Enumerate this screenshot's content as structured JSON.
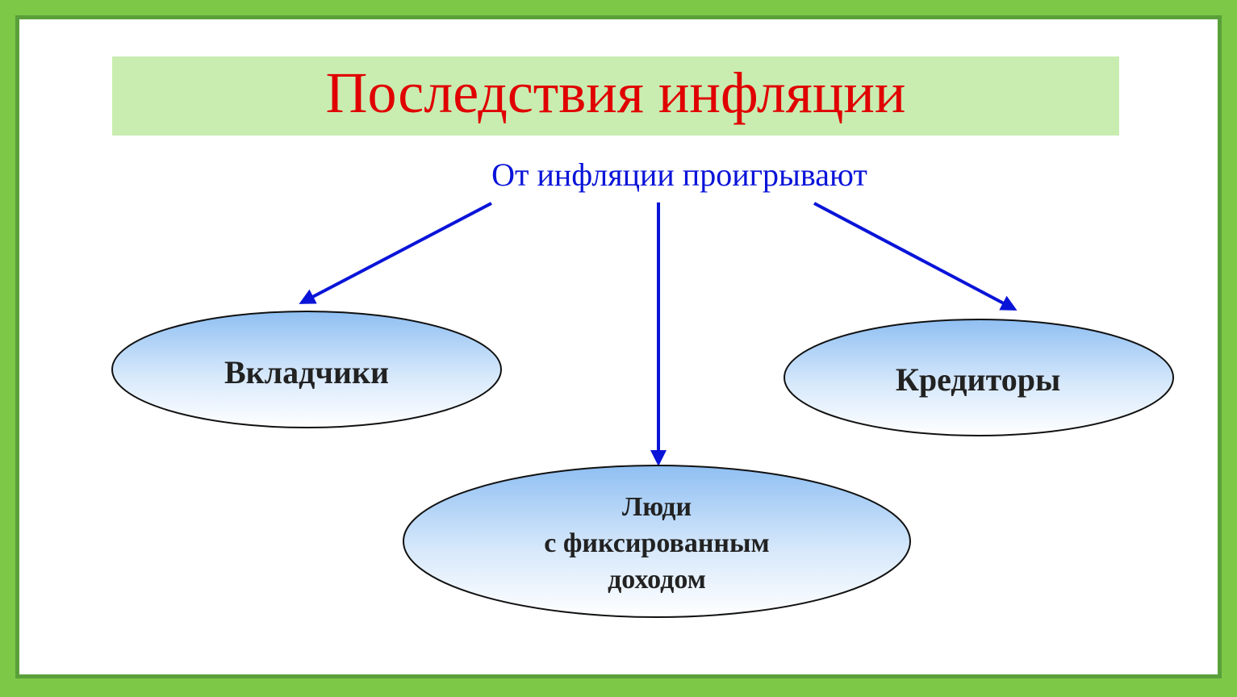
{
  "title": "Последствия инфляции",
  "subtitle": "От инфляции проигрывают",
  "nodes": {
    "depositors": "Вкладчики",
    "creditors": "Кредиторы",
    "fixed_income": {
      "line1": "Люди",
      "line2": "с фиксированным",
      "line3": "доходом"
    }
  },
  "colors": {
    "frame": "#7dc847",
    "title_band": "#c9edb1",
    "title_text": "#e00000",
    "subtitle_text": "#0a14d8",
    "arrow": "#0a14d8",
    "ellipse_top": "#8fbff2",
    "ellipse_bottom": "#ffffff"
  }
}
